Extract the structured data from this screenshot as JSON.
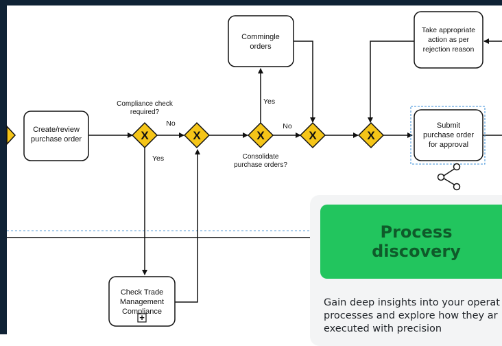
{
  "diagram": {
    "tasks": {
      "create_review": [
        "Create/review",
        "purchase order"
      ],
      "commingle": [
        "Commingle",
        "orders"
      ],
      "take_action": [
        "Take appropriate",
        "action as per",
        "rejection reason"
      ],
      "submit": [
        "Submit",
        "purchase order",
        "for approval"
      ],
      "check_trade": [
        "Check Trade",
        "Management",
        "Compliance"
      ]
    },
    "gateway_symbol": "X",
    "labels": {
      "compliance_question": [
        "Compliance check",
        "required?"
      ],
      "no_1": "No",
      "yes_1": "Yes",
      "consolidate_question": [
        "Consolidate",
        "purchase orders?"
      ],
      "no_2": "No",
      "yes_2": "Yes"
    },
    "subprocess_marker": "+",
    "share_icon": "share-icon"
  },
  "card": {
    "title_lines": [
      "Process",
      "discovery"
    ],
    "description_lines": [
      "Gain deep insights into your operat",
      "processes and explore how they ar",
      "executed with precision"
    ]
  },
  "colors": {
    "frame": "#0f2235",
    "gateway": "#f5c518",
    "banner": "#22c55e",
    "banner_text": "#0f5a2a",
    "selection": "#3b8fd9"
  }
}
